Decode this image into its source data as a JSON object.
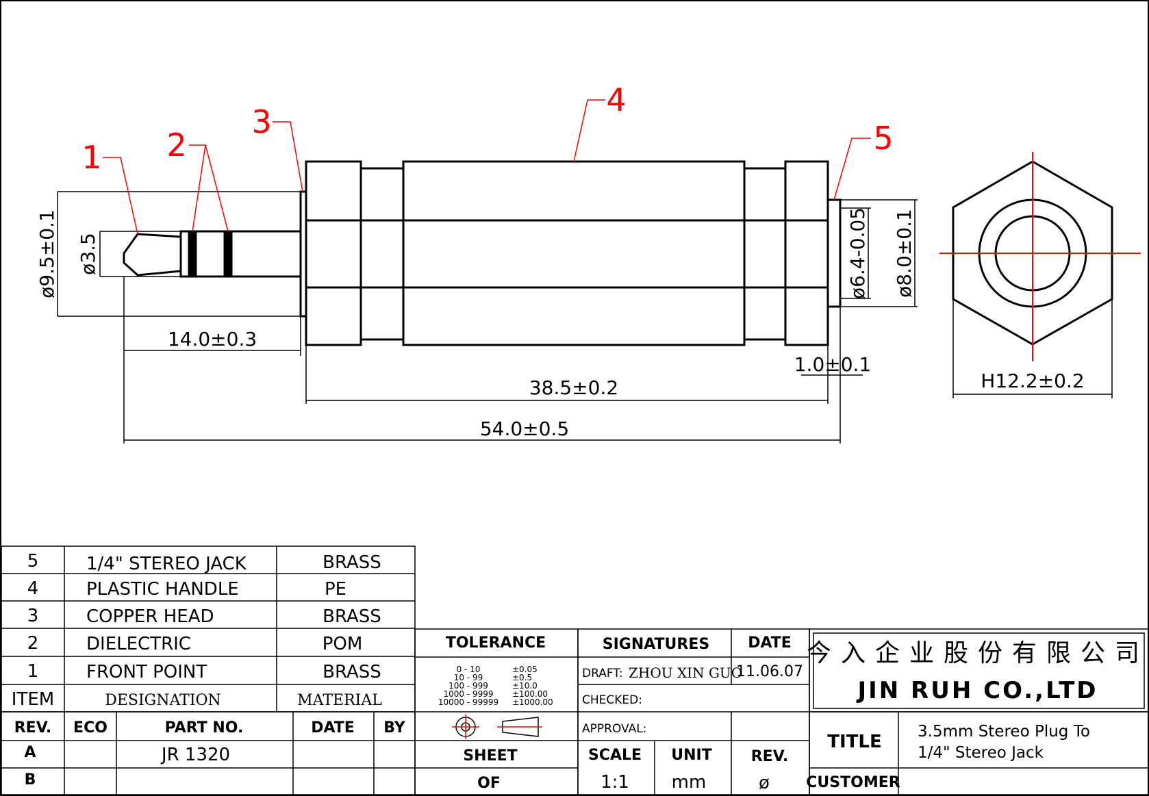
{
  "callouts": [
    "1",
    "2",
    "3",
    "4",
    "5"
  ],
  "dimensions": {
    "plug_outer_dia": "ø9.5±0.1",
    "tip_dia": "ø3.5",
    "plug_length": "14.0±0.3",
    "body_length": "38.5±0.2",
    "overall_length": "54.0±0.5",
    "flange_thickness": "1.0±0.1",
    "jack_inner_dia": "ø6.4-0.05",
    "jack_outer_dia": "ø8.0±0.1",
    "hex_size": "H12.2±0.2"
  },
  "bom": {
    "rows": [
      {
        "item": "5",
        "designation": "1/4\" STEREO JACK",
        "material": "BRASS"
      },
      {
        "item": "4",
        "designation": "PLASTIC HANDLE",
        "material": "PE"
      },
      {
        "item": "3",
        "designation": "COPPER HEAD",
        "material": "BRASS"
      },
      {
        "item": "2",
        "designation": "DIELECTRIC",
        "material": "POM"
      },
      {
        "item": "1",
        "designation": "FRONT POINT",
        "material": "BRASS"
      }
    ],
    "headers": {
      "item": "ITEM",
      "designation": "DESIGNATION",
      "material": "MATERIAL"
    }
  },
  "revisions": {
    "headers": {
      "rev": "REV.",
      "eco": "ECO",
      "part_no": "PART NO.",
      "date": "DATE",
      "by": "BY"
    },
    "rows": [
      {
        "rev": "A",
        "part_no": "JR 1320"
      },
      {
        "rev": "B",
        "part_no": ""
      }
    ]
  },
  "tolerance": {
    "label": "TOLERANCE",
    "rows": [
      {
        "range": "0 - 10",
        "value": "±0.05"
      },
      {
        "range": "10 - 99",
        "value": "±0.5"
      },
      {
        "range": "100 - 999",
        "value": "±10.0"
      },
      {
        "range": "1000 - 9999",
        "value": "±100.00"
      },
      {
        "range": "10000 - 99999",
        "value": "±1000.00"
      }
    ]
  },
  "signatures": {
    "label": "SIGNATURES",
    "date_label": "DATE",
    "draft_label": "DRAFT:",
    "draft_name": "ZHOU XIN GUO",
    "draft_date": "11.06.07",
    "checked_label": "CHECKED:",
    "approval_label": "APPROVAL:"
  },
  "sheet": {
    "sheet_label": "SHEET",
    "of_label": "OF"
  },
  "scale": {
    "scale_label": "SCALE",
    "unit_label": "UNIT",
    "rev_label": "REV.",
    "scale_value": "1:1",
    "unit_value": "mm",
    "rev_value": "ø"
  },
  "company": {
    "name_cn": "今入企业股份有限公司",
    "name_en": "JIN RUH CO.,LTD"
  },
  "title": {
    "label": "TITLE",
    "line1": "3.5mm Stereo Plug To",
    "line2": "1/4\" Stereo Jack",
    "customer_label": "CUSTOMER"
  }
}
